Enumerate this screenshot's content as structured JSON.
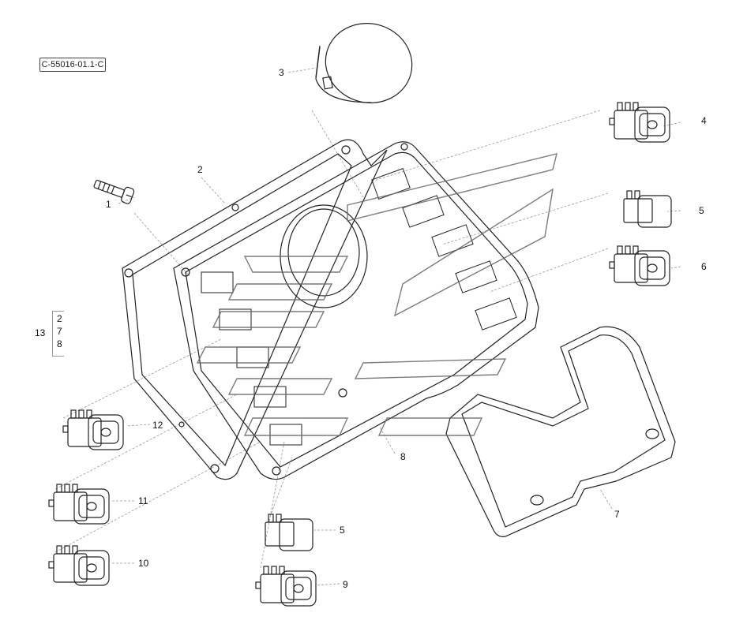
{
  "reference_code": "C-55016-01.1-C",
  "callouts": [
    "1",
    "2",
    "3",
    "4",
    "5",
    "6",
    "7",
    "8",
    "5",
    "9",
    "10",
    "11",
    "12"
  ],
  "kit": {
    "number": "13",
    "members": [
      "2",
      "7",
      "8"
    ]
  },
  "colors": {
    "line": "#222222",
    "leader": "#999999",
    "watermark": "#666666"
  },
  "icons": [
    "screw",
    "bezel-frame",
    "switch-panel",
    "round-plug-cap",
    "rocker-switch",
    "blank-switch-cover",
    "panel-cover",
    "watermark-logo"
  ]
}
